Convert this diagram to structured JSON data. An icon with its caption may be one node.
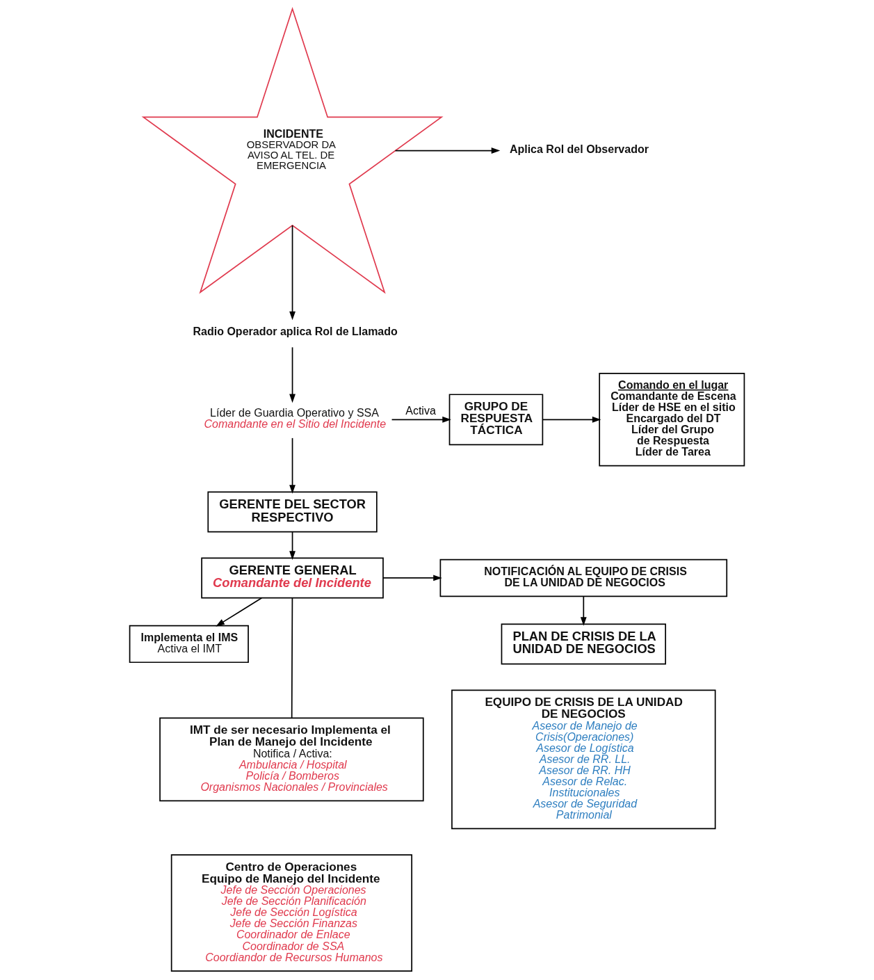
{
  "diagram": {
    "nodes": [
      {
        "text": [
          "INCIDENTE",
          "OBSERVADOR DA AVISO AL TEL. DE EMERGENCIA"
        ]
      },
      {
        "text": [
          "Aplica Rol del Observador"
        ]
      },
      {
        "text": [
          "Radio Operador aplica Rol de Llamado"
        ]
      },
      {
        "text": [
          "Líder de Guardia Operativo y SSA",
          "Comandante en el Sitio del Incidente"
        ]
      },
      {
        "text": [
          "GRUPO DE RESPUESTA TÁCTICA"
        ]
      },
      {
        "text": [
          "Comando en el lugar",
          "Comandante de Escena",
          "Líder de HSE en el sitio",
          "Encargado del DT",
          "Líder del Grupo de Respuesta",
          "Líder de Tarea"
        ]
      },
      {
        "text": [
          "GERENTE DEL SECTOR RESPECTIVO"
        ]
      },
      {
        "text": [
          "GERENTE GENERAL",
          "Comandante del Incidente"
        ]
      },
      {
        "text": [
          "NOTIFICACIÓN AL EQUIPO DE CRISIS DE LA UNIDAD DE NEGOCIOS"
        ]
      },
      {
        "text": [
          "Implementa el IMS",
          "Activa el IMT"
        ]
      },
      {
        "text": [
          "PLAN DE CRISIS DE LA UNIDAD DE NEGOCIOS"
        ]
      },
      {
        "text": [
          "IMT de ser necesario Implementa el Plan de Manejo del Incidente",
          "Notifica / Activa:",
          "Ambulancia / Hospital",
          "Policía / Bomberos",
          "Organismos Nacionales / Provinciales"
        ]
      },
      {
        "text": [
          "Centro de Operaciones",
          "Equipo de Manejo del Incidente",
          "Jefe de Sección Operaciones",
          "Jefe de Sección Planificación",
          "Jefe de Sección Logística",
          "Jefe de Sección Finanzas",
          "Coordinador de Enlace",
          "Coordinador de SSA",
          "Coordiandor de Recursos Humanos"
        ]
      },
      {
        "text": [
          "EQUIPO DE CRISIS DE LA UNIDAD DE NEGOCIOS",
          "Asesor de Manejo de Crisis(Operaciones)",
          "Asesor de Logística",
          "Asesor de RR. LL.",
          "Asesor de RR. HH",
          "Asesor de Relac. Institucionales",
          "Asesor de Seguridad Patrimonial"
        ]
      }
    ],
    "edges": [
      {
        "from": 0,
        "to": 1,
        "arrow": "to"
      },
      {
        "from": 0,
        "to": 2,
        "arrow": "to"
      },
      {
        "from": 2,
        "to": 3,
        "arrow": "to"
      },
      {
        "from": 3,
        "to": 4,
        "arrow": "to",
        "label": "Activa"
      },
      {
        "from": 4,
        "to": 5,
        "arrow": "to"
      },
      {
        "from": 3,
        "to": 6,
        "arrow": "to"
      },
      {
        "from": 6,
        "to": 7,
        "arrow": "to"
      },
      {
        "from": 7,
        "to": 8,
        "arrow": "to"
      },
      {
        "from": 7,
        "to": 9,
        "arrow": "to"
      },
      {
        "from": 7,
        "to": 11,
        "arrow": "none"
      },
      {
        "from": 8,
        "to": 10,
        "arrow": "to"
      }
    ]
  }
}
